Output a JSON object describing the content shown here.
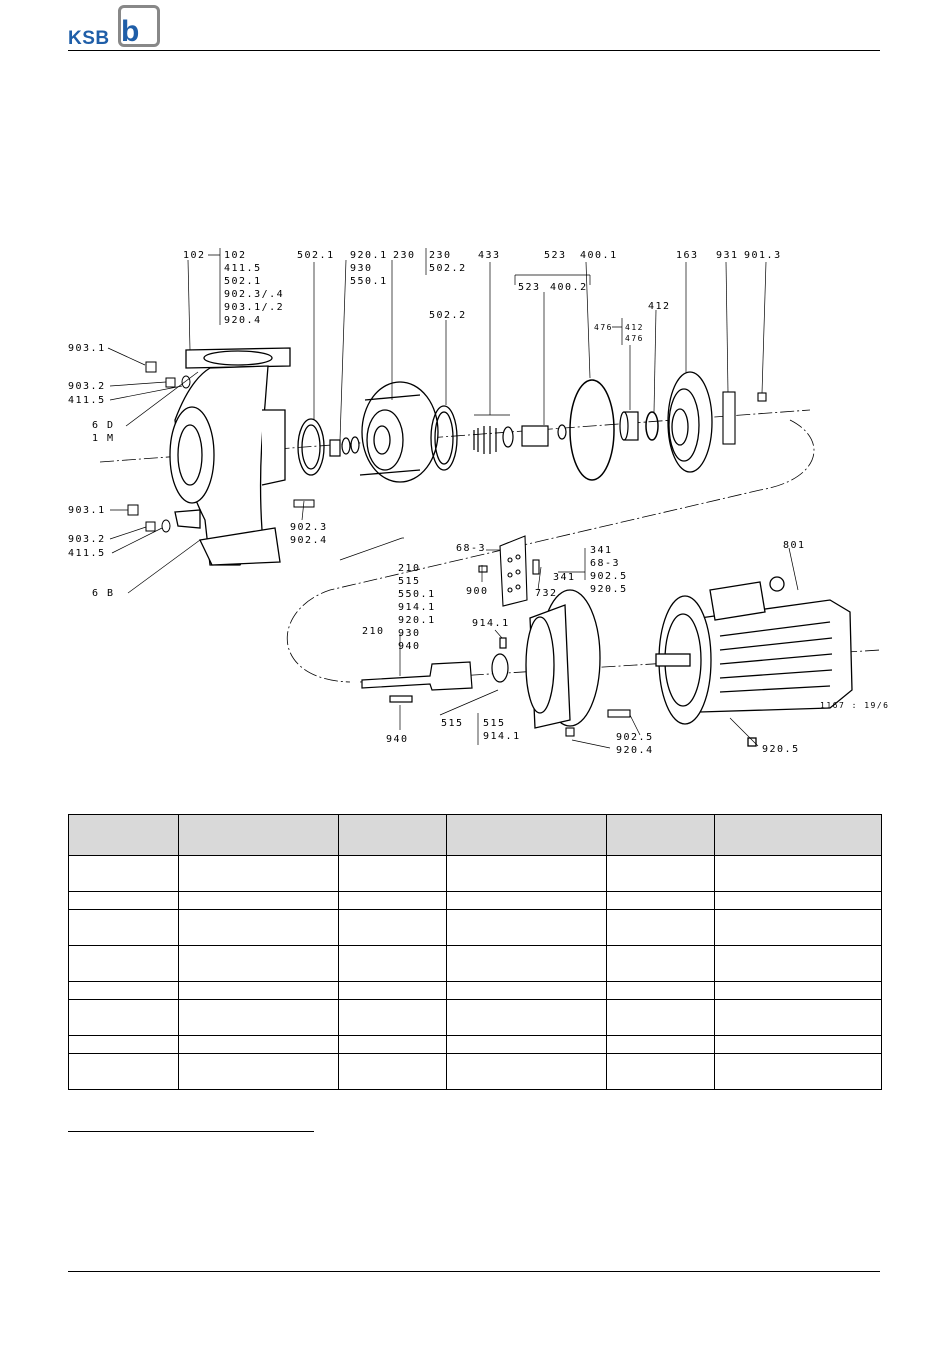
{
  "header": {
    "brand": "KSB",
    "brand_mark": "b"
  },
  "drawing": {
    "title_ref": "1167 : 19/6",
    "callouts": {
      "c102": "102",
      "c102_list": [
        "102",
        "411.5",
        "502.1",
        "902.3/.4",
        "903.1/.2",
        "920.4"
      ],
      "c502_1": "502.1",
      "c920_1": "920.1",
      "c930": "930",
      "c550_1": "550.1",
      "c230": "230",
      "c230_list": [
        "230",
        "502.2"
      ],
      "c502_2": "502.2",
      "c433": "433",
      "c523": "523",
      "c400_1": "400.1",
      "c523_b": "523",
      "c400_2": "400.2",
      "c476": "476",
      "c476_list": [
        "412",
        "476"
      ],
      "c412": "412",
      "c163": "163",
      "c931": "931",
      "c901_3": "901.3",
      "c903_1a": "903.1",
      "c903_2a": "903.2",
      "c411_5a": "411.5",
      "c6D": "6 D",
      "c1M": "1 M",
      "c903_1b": "903.1",
      "c903_2b": "903.2",
      "c411_5b": "411.5",
      "c6B": "6 B",
      "c902_3": "902.3",
      "c902_4": "902.4",
      "c68_3": "68-3",
      "c900": "900",
      "c732": "732",
      "c341": "341",
      "c341_list": [
        "341",
        "68-3",
        "902.5",
        "920.5"
      ],
      "c801": "801",
      "c210": "210",
      "c210_list": [
        "210",
        "515",
        "550.1",
        "914.1",
        "920.1",
        "930",
        "940"
      ],
      "c914_1": "914.1",
      "c515": "515",
      "c515_list": [
        "515",
        "914.1"
      ],
      "c940": "940",
      "c902_5": "902.5",
      "c920_4": "920.4",
      "c920_5": "920.5"
    }
  },
  "table": {
    "columns": 6,
    "rows": [
      [
        "",
        "",
        "",
        "",
        "",
        ""
      ],
      [
        "",
        "",
        "",
        "",
        "",
        ""
      ],
      [
        "",
        "",
        "",
        "",
        "",
        ""
      ],
      [
        "",
        "",
        "",
        "",
        "",
        ""
      ],
      [
        "",
        "",
        "",
        "",
        "",
        ""
      ],
      [
        "",
        "",
        "",
        "",
        "",
        ""
      ],
      [
        "",
        "",
        "",
        "",
        "",
        ""
      ],
      [
        "",
        "",
        "",
        "",
        "",
        ""
      ],
      [
        "",
        "",
        "",
        "",
        "",
        ""
      ]
    ]
  },
  "colors": {
    "brand_blue": "#1f5ea8",
    "logo_frame": "#888888",
    "table_header": "#d9d9d9"
  }
}
